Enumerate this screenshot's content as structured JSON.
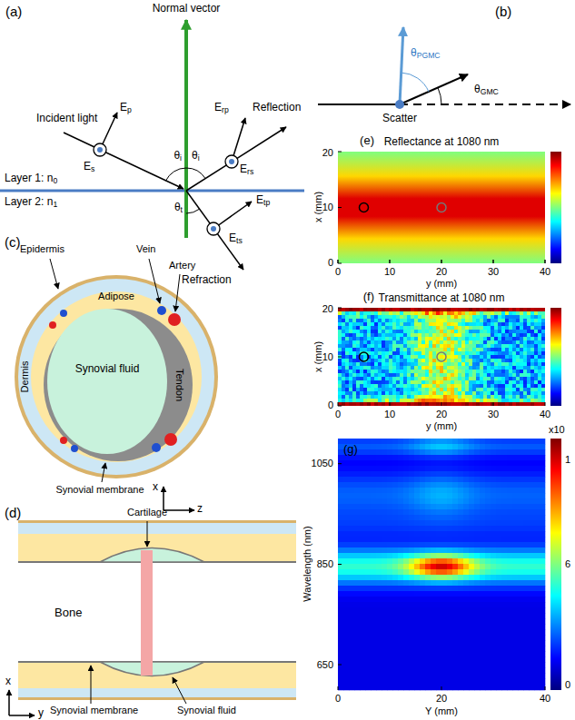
{
  "diagram": {
    "labels": [
      "(a)",
      "Normal vector",
      "Incident light",
      "Ep",
      "Es",
      "θi",
      "θi",
      "Erp",
      "Reflection",
      "Ers",
      "Layer 1: n0",
      "Layer 2: n1",
      "θt",
      "Etp",
      "Ets",
      "Refraction",
      "(b)",
      "θPGMC",
      "θGMC",
      "Scatter",
      "(c)",
      "Epidermis",
      "Vein",
      "Artery",
      "Adipose",
      "Dermis",
      "Synovial fluid",
      "Tendon",
      "Synovial membrane",
      "x",
      "z",
      "(d)",
      "Cartilage",
      "Bone",
      "Synovial membrane",
      "Synovial fluid",
      "x",
      "y",
      "(e)",
      "Reflectance at 1080 nm",
      "20",
      "10",
      "0",
      "x (mm)",
      "0",
      "10",
      "20",
      "30",
      "40",
      "y (mm)",
      "(f)",
      "Transmittance at 1080 nm",
      "20",
      "10",
      "0",
      "x (mm)",
      "0",
      "10",
      "20",
      "30",
      "40",
      "y (mm)",
      "(g)",
      "x10",
      "1050",
      "850",
      "650",
      "Wavelength (nm)",
      "0",
      "20",
      "40",
      "Y (mm)",
      "1",
      "6",
      "0"
    ]
  }
}
